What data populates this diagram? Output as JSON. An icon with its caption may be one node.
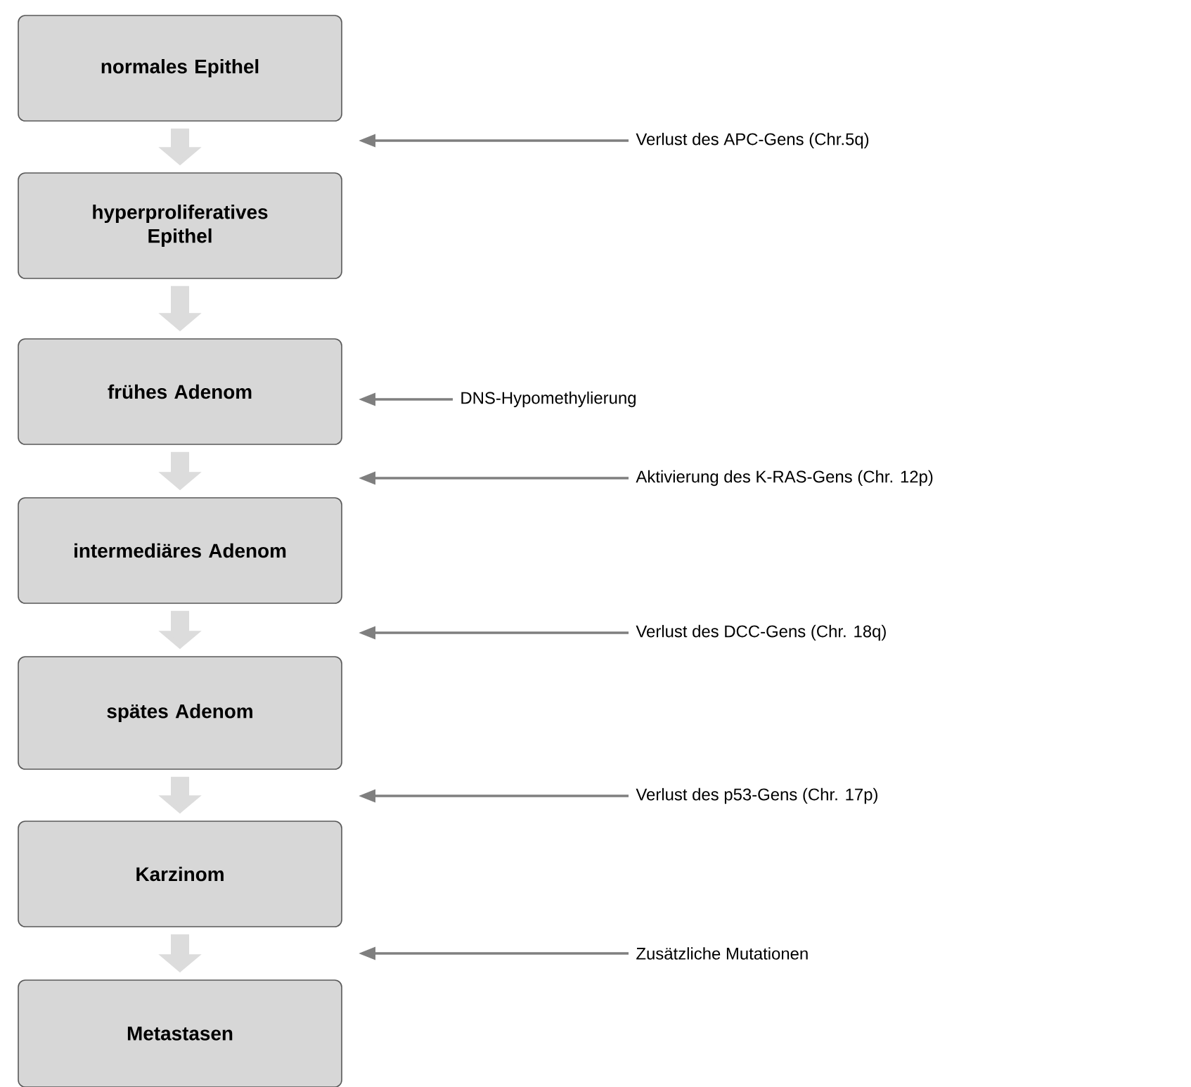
{
  "diagram": {
    "nodes": [
      {
        "text": [
          "normales Epithel"
        ]
      },
      {
        "text": [
          "hyperproliferatives Epithel"
        ]
      },
      {
        "text": [
          "frühes Adenom"
        ]
      },
      {
        "text": [
          "intermediäres Adenom"
        ]
      },
      {
        "text": [
          "spätes Adenom"
        ]
      },
      {
        "text": [
          "Karzinom"
        ]
      },
      {
        "text": [
          "Metastasen"
        ]
      },
      {
        "text": [
          "Verlust des APC-Gens (Chr.5q)"
        ]
      },
      {
        "text": [
          "DNS-Hypomethylierung"
        ]
      },
      {
        "text": [
          "Aktivierung des K-RAS-Gens (Chr. 12p)"
        ]
      },
      {
        "text": [
          "Verlust des DCC-Gens (Chr. 18q)"
        ]
      },
      {
        "text": [
          "Verlust des p53-Gens (Chr. 17p)"
        ]
      },
      {
        "text": [
          "Zusätzliche Mutationen"
        ]
      }
    ],
    "edges": [
      {
        "from": 0,
        "to": 1,
        "arrow": "to",
        "style": "thick",
        "color": "#dcdcdc"
      },
      {
        "from": 1,
        "to": 2,
        "arrow": "to",
        "style": "thick",
        "color": "#dcdcdc"
      },
      {
        "from": 2,
        "to": 3,
        "arrow": "to",
        "style": "thick",
        "color": "#dcdcdc"
      },
      {
        "from": 3,
        "to": 4,
        "arrow": "to",
        "style": "thick",
        "color": "#dcdcdc"
      },
      {
        "from": 4,
        "to": 5,
        "arrow": "to",
        "style": "thick",
        "color": "#dcdcdc"
      },
      {
        "from": 5,
        "to": 6,
        "arrow": "to",
        "style": "thick",
        "color": "#dcdcdc"
      },
      {
        "from": 7,
        "to": null,
        "arrow": "to",
        "color": "#7f7f7f"
      },
      {
        "from": 8,
        "to": 2,
        "arrow": "to",
        "color": "#7f7f7f"
      },
      {
        "from": 9,
        "to": null,
        "arrow": "to",
        "color": "#7f7f7f"
      },
      {
        "from": 10,
        "to": null,
        "arrow": "to",
        "color": "#7f7f7f"
      },
      {
        "from": 11,
        "to": null,
        "arrow": "to",
        "color": "#7f7f7f"
      },
      {
        "from": 12,
        "to": null,
        "arrow": "to",
        "color": "#7f7f7f"
      }
    ]
  }
}
